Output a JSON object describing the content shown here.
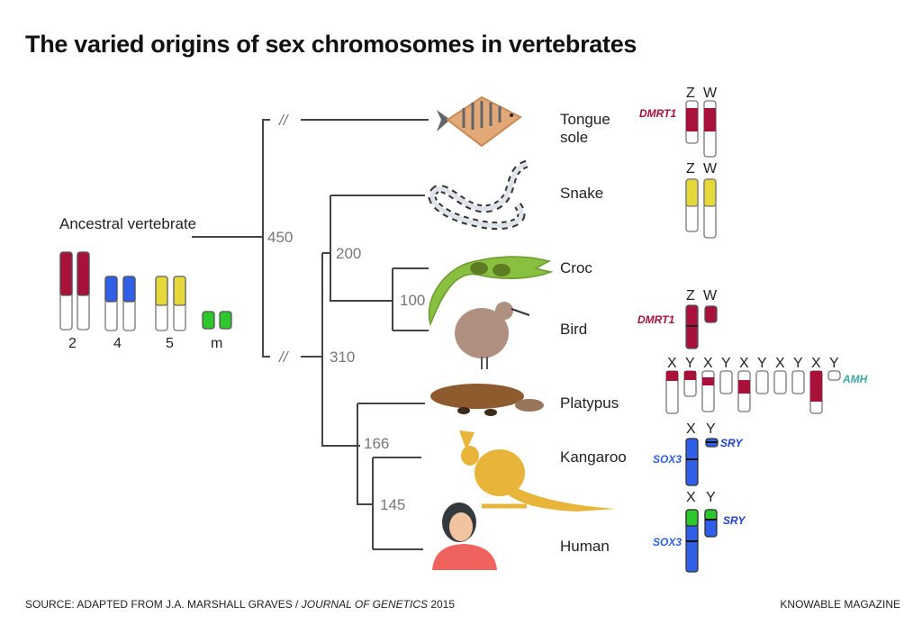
{
  "title": "The varied origins of sex chromosomes in vertebrates",
  "footer": {
    "source_prefix": "SOURCE: ADAPTED FROM J.A. MARSHALL GRAVES / ",
    "journal": "JOURNAL OF GENETICS",
    "year": " 2015",
    "credit": "KNOWABLE MAGAZINE"
  },
  "colors": {
    "red": "#a8123a",
    "blue": "#2f5fe6",
    "yellow": "#e6d83a",
    "green": "#2ec82e",
    "teal": "#3aa99f"
  },
  "ancestor": {
    "label": "Ancestral vertebrate",
    "chromosomes": [
      {
        "label": "2",
        "color": "red",
        "fill_fraction": 0.55
      },
      {
        "label": "4",
        "color": "blue",
        "fill_fraction": 0.35
      },
      {
        "label": "5",
        "color": "yellow",
        "fill_fraction": 0.5
      },
      {
        "label": "m",
        "color": "green",
        "fill_fraction": 1.0
      }
    ]
  },
  "nodes": {
    "n450": "450",
    "n310": "310",
    "n200": "200",
    "n100": "100",
    "n166": "166",
    "n145": "145",
    "break": "//"
  },
  "species": [
    {
      "name_line1": "Tongue",
      "name_line2": "sole",
      "animal": "fish-icon"
    },
    {
      "name_line1": "Snake",
      "animal": "snake-icon"
    },
    {
      "name_line1": "Croc",
      "animal": "crocodile-icon"
    },
    {
      "name_line1": "Bird",
      "animal": "bird-icon"
    },
    {
      "name_line1": "Platypus",
      "animal": "platypus-icon"
    },
    {
      "name_line1": "Kangaroo",
      "animal": "kangaroo-icon"
    },
    {
      "name_line1": "Human",
      "animal": "human-icon"
    }
  ],
  "sex_chromosomes": {
    "tongue_sole": {
      "labels": [
        "Z",
        "W"
      ],
      "gene": "DMRT1"
    },
    "snake": {
      "labels": [
        "Z",
        "W"
      ]
    },
    "bird": {
      "labels": [
        "Z",
        "W"
      ],
      "gene": "DMRT1"
    },
    "platypus": {
      "labels": [
        "X",
        "Y",
        "X",
        "Y",
        "X",
        "Y",
        "X",
        "Y",
        "X",
        "Y"
      ],
      "gene": "AMH"
    },
    "kangaroo": {
      "labels": [
        "X",
        "Y"
      ],
      "gene_x": "SOX3",
      "gene_y": "SRY"
    },
    "human": {
      "labels": [
        "X",
        "Y"
      ],
      "gene_x": "SOX3",
      "gene_y": "SRY"
    }
  }
}
